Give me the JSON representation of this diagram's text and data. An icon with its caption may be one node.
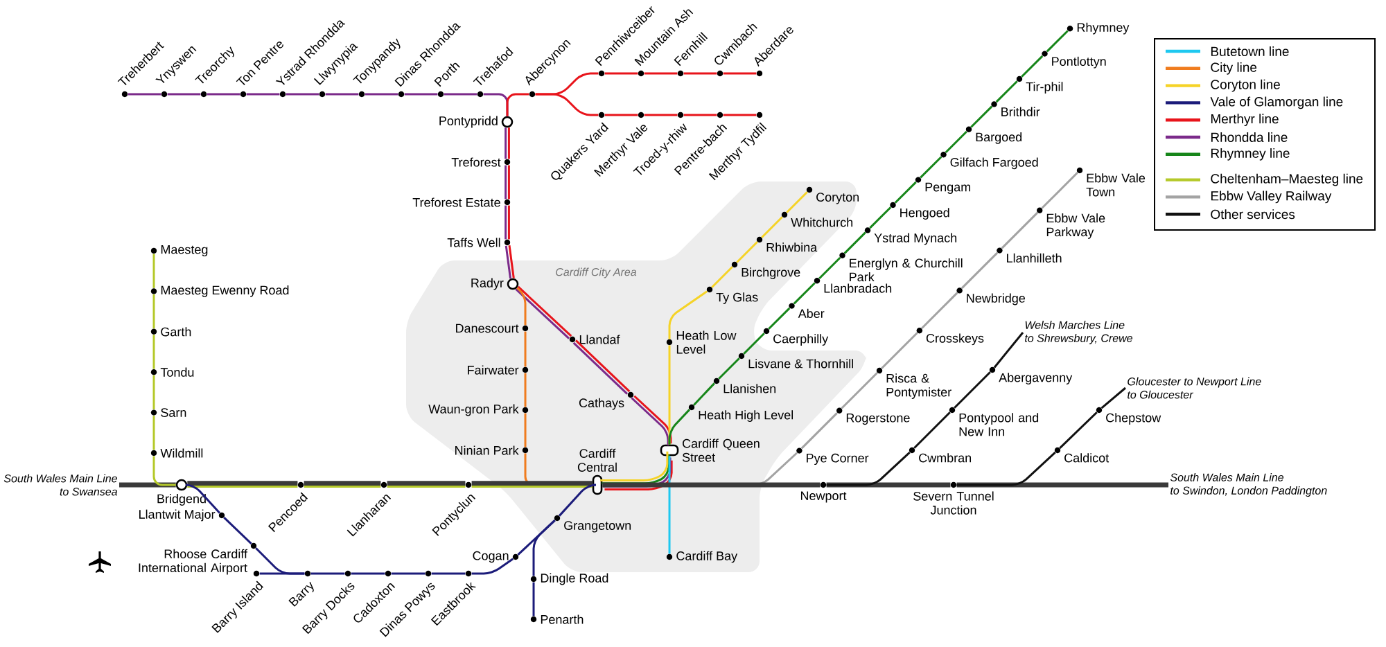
{
  "diagram": {
    "nodes": [
      {
        "text": [
          "Treherbert"
        ]
      },
      {
        "text": [
          "Ynyswen"
        ]
      },
      {
        "text": [
          "Treorchy"
        ]
      },
      {
        "text": [
          "Ton Pentre"
        ]
      },
      {
        "text": [
          "Ystrad Rhondda"
        ]
      },
      {
        "text": [
          "Llwynypia"
        ]
      },
      {
        "text": [
          "Tonypandy"
        ]
      },
      {
        "text": [
          "Dinas Rhondda"
        ]
      },
      {
        "text": [
          "Porth"
        ]
      },
      {
        "text": [
          "Trehafod"
        ]
      },
      {
        "text": [
          "Abercynon"
        ]
      },
      {
        "text": [
          "Penrhiwceiber"
        ]
      },
      {
        "text": [
          "Mountain Ash"
        ]
      },
      {
        "text": [
          "Fernhill"
        ]
      },
      {
        "text": [
          "Cwmbach"
        ]
      },
      {
        "text": [
          "Aberdare"
        ]
      },
      {
        "text": [
          "Quakers Yard"
        ]
      },
      {
        "text": [
          "Merthyr Vale"
        ]
      },
      {
        "text": [
          "Troed-y-rhiw"
        ]
      },
      {
        "text": [
          "Pentre-bach"
        ]
      },
      {
        "text": [
          "Merthyr Tydfil"
        ]
      },
      {
        "text": [
          "Pontypridd"
        ]
      },
      {
        "text": [
          "Treforest"
        ]
      },
      {
        "text": [
          "Treforest Estate"
        ]
      },
      {
        "text": [
          "Taffs Well"
        ]
      },
      {
        "text": [
          "Maesteg"
        ]
      },
      {
        "text": [
          "Maesteg Ewenny Road"
        ]
      },
      {
        "text": [
          "Garth"
        ]
      },
      {
        "text": [
          "Tondu"
        ]
      },
      {
        "text": [
          "Sarn"
        ]
      },
      {
        "text": [
          "Wildmill"
        ]
      },
      {
        "text": [
          "Cardiff City Area"
        ]
      },
      {
        "text": [
          "Radyr"
        ],
        "in": 31
      },
      {
        "text": [
          "Danescourt"
        ],
        "in": 31
      },
      {
        "text": [
          "Llandaf"
        ],
        "in": 31
      },
      {
        "text": [
          "Fairwater"
        ],
        "in": 31
      },
      {
        "text": [
          "Waun-gron Park"
        ],
        "in": 31
      },
      {
        "text": [
          "Cathays"
        ],
        "in": 31
      },
      {
        "text": [
          "Ninian Park"
        ],
        "in": 31
      },
      {
        "text": [
          "Cardiff Central"
        ],
        "in": 31
      },
      {
        "text": [
          "Grangetown"
        ],
        "in": 31
      },
      {
        "text": [
          "Coryton"
        ],
        "in": 31
      },
      {
        "text": [
          "Whitchurch"
        ],
        "in": 31
      },
      {
        "text": [
          "Rhiwbina"
        ],
        "in": 31
      },
      {
        "text": [
          "Birchgrove"
        ],
        "in": 31
      },
      {
        "text": [
          "Ty Glas"
        ],
        "in": 31
      },
      {
        "text": [
          "Heath Low Level"
        ],
        "in": 31
      },
      {
        "text": [
          "Cardiff Queen Street"
        ],
        "in": 31
      },
      {
        "text": [
          "Heath High Level"
        ],
        "in": 31
      },
      {
        "text": [
          "Llanishen"
        ],
        "in": 31
      },
      {
        "text": [
          "Lisvane & Thornhill"
        ],
        "in": 31
      },
      {
        "text": [
          "Cardiff Bay"
        ],
        "in": 31
      },
      {
        "text": [
          "Caerphilly"
        ]
      },
      {
        "text": [
          "Aber"
        ]
      },
      {
        "text": [
          "Llanbradach"
        ]
      },
      {
        "text": [
          "Energlyn & Churchill Park"
        ]
      },
      {
        "text": [
          "Ystrad Mynach"
        ]
      },
      {
        "text": [
          "Hengoed"
        ]
      },
      {
        "text": [
          "Pengam"
        ]
      },
      {
        "text": [
          "Gilfach Fargoed"
        ]
      },
      {
        "text": [
          "Bargoed"
        ]
      },
      {
        "text": [
          "Brithdir"
        ]
      },
      {
        "text": [
          "Tir-phil"
        ]
      },
      {
        "text": [
          "Pontlottyn"
        ]
      },
      {
        "text": [
          "Rhymney"
        ]
      },
      {
        "text": [
          "Ebbw Vale Town"
        ]
      },
      {
        "text": [
          "Ebbw Vale Parkway"
        ]
      },
      {
        "text": [
          "Llanhilleth"
        ]
      },
      {
        "text": [
          "Newbridge"
        ]
      },
      {
        "text": [
          "Crosskeys"
        ]
      },
      {
        "text": [
          "Risca & Pontymister"
        ]
      },
      {
        "text": [
          "Rogerstone"
        ]
      },
      {
        "text": [
          "Pye Corner"
        ]
      },
      {
        "text": [
          "Welsh Marches Line",
          "to Shrewsbury, Crewe"
        ]
      },
      {
        "text": [
          "Abergavenny"
        ]
      },
      {
        "text": [
          "Pontypool and New Inn"
        ]
      },
      {
        "text": [
          "Cwmbran"
        ]
      },
      {
        "text": [
          "Gloucester to Newport Line",
          "to Gloucester"
        ]
      },
      {
        "text": [
          "Chepstow"
        ]
      },
      {
        "text": [
          "Caldicot"
        ]
      },
      {
        "text": [
          "South Wales Main Line",
          "to Swansea"
        ]
      },
      {
        "text": [
          "Bridgend"
        ]
      },
      {
        "text": [
          "Pencoed"
        ]
      },
      {
        "text": [
          "Llanharan"
        ]
      },
      {
        "text": [
          "Pontyclun"
        ]
      },
      {
        "text": [
          "Newport"
        ]
      },
      {
        "text": [
          "Severn Tunnel Junction"
        ]
      },
      {
        "text": [
          "South Wales Main Line",
          "to Swindon, London Paddington"
        ]
      },
      {
        "text": [
          "Llantwit Major"
        ]
      },
      {
        "text": [
          "Rhoose Cardiff International Airport"
        ]
      },
      {
        "text": [
          "Barry Island"
        ]
      },
      {
        "text": [
          "Barry"
        ]
      },
      {
        "text": [
          "Barry Docks"
        ]
      },
      {
        "text": [
          "Cadoxton"
        ]
      },
      {
        "text": [
          "Dinas Powys"
        ]
      },
      {
        "text": [
          "Eastbrook"
        ]
      },
      {
        "text": [
          "Cogan"
        ]
      },
      {
        "text": [
          "Dingle Road"
        ]
      },
      {
        "text": [
          "Penarth"
        ]
      }
    ],
    "edges": [
      {
        "from": 0,
        "to": 1,
        "arrow": "none",
        "color": "#7b2a8a"
      },
      {
        "from": 1,
        "to": 2,
        "arrow": "none",
        "color": "#7b2a8a"
      },
      {
        "from": 2,
        "to": 3,
        "arrow": "none",
        "color": "#7b2a8a"
      },
      {
        "from": 3,
        "to": 4,
        "arrow": "none",
        "color": "#7b2a8a"
      },
      {
        "from": 4,
        "to": 5,
        "arrow": "none",
        "color": "#7b2a8a"
      },
      {
        "from": 5,
        "to": 6,
        "arrow": "none",
        "color": "#7b2a8a"
      },
      {
        "from": 6,
        "to": 7,
        "arrow": "none",
        "color": "#7b2a8a"
      },
      {
        "from": 7,
        "to": 8,
        "arrow": "none",
        "color": "#7b2a8a"
      },
      {
        "from": 8,
        "to": 9,
        "arrow": "none",
        "color": "#7b2a8a"
      },
      {
        "from": 9,
        "to": 21,
        "arrow": "none",
        "color": "#7b2a8a"
      },
      {
        "from": 10,
        "to": 11,
        "arrow": "none",
        "color": "#e8141b"
      },
      {
        "from": 11,
        "to": 12,
        "arrow": "none",
        "color": "#e8141b"
      },
      {
        "from": 12,
        "to": 13,
        "arrow": "none",
        "color": "#e8141b"
      },
      {
        "from": 13,
        "to": 14,
        "arrow": "none",
        "color": "#e8141b"
      },
      {
        "from": 14,
        "to": 15,
        "arrow": "none",
        "color": "#e8141b"
      },
      {
        "from": 10,
        "to": 16,
        "arrow": "none",
        "color": "#e8141b"
      },
      {
        "from": 16,
        "to": 17,
        "arrow": "none",
        "color": "#e8141b"
      },
      {
        "from": 17,
        "to": 18,
        "arrow": "none",
        "color": "#e8141b"
      },
      {
        "from": 18,
        "to": 19,
        "arrow": "none",
        "color": "#e8141b"
      },
      {
        "from": 19,
        "to": 20,
        "arrow": "none",
        "color": "#e8141b"
      },
      {
        "from": 10,
        "to": 21,
        "arrow": "none",
        "color": "#e8141b"
      },
      {
        "from": 21,
        "to": 22,
        "arrow": "none",
        "color": "#e8141b"
      },
      {
        "from": 21,
        "to": 22,
        "arrow": "none",
        "color": "#7b2a8a"
      },
      {
        "from": 22,
        "to": 23,
        "arrow": "none",
        "color": "#e8141b"
      },
      {
        "from": 22,
        "to": 23,
        "arrow": "none",
        "color": "#7b2a8a"
      },
      {
        "from": 23,
        "to": 24,
        "arrow": "none",
        "color": "#e8141b"
      },
      {
        "from": 23,
        "to": 24,
        "arrow": "none",
        "color": "#7b2a8a"
      },
      {
        "from": 24,
        "to": 32,
        "arrow": "none",
        "color": "#e8141b"
      },
      {
        "from": 24,
        "to": 32,
        "arrow": "none",
        "color": "#7b2a8a"
      },
      {
        "from": 32,
        "to": 34,
        "arrow": "none",
        "color": "#e8141b"
      },
      {
        "from": 32,
        "to": 34,
        "arrow": "none",
        "color": "#7b2a8a"
      },
      {
        "from": 34,
        "to": 37,
        "arrow": "none",
        "color": "#e8141b"
      },
      {
        "from": 34,
        "to": 37,
        "arrow": "none",
        "color": "#7b2a8a"
      },
      {
        "from": 37,
        "to": 47,
        "arrow": "none",
        "color": "#e8141b"
      },
      {
        "from": 37,
        "to": 47,
        "arrow": "none",
        "color": "#7b2a8a"
      },
      {
        "from": 47,
        "to": 39,
        "arrow": "none",
        "color": "#e8141b"
      },
      {
        "from": 47,
        "to": 39,
        "arrow": "none",
        "color": "#7b2a8a"
      },
      {
        "from": 47,
        "to": 39,
        "arrow": "none",
        "color": "#17861a"
      },
      {
        "from": 47,
        "to": 39,
        "arrow": "none",
        "color": "#f5d327"
      },
      {
        "from": 32,
        "to": 33,
        "arrow": "none",
        "color": "#f07c1e"
      },
      {
        "from": 33,
        "to": 35,
        "arrow": "none",
        "color": "#f07c1e"
      },
      {
        "from": 35,
        "to": 36,
        "arrow": "none",
        "color": "#f07c1e"
      },
      {
        "from": 36,
        "to": 38,
        "arrow": "none",
        "color": "#f07c1e"
      },
      {
        "from": 38,
        "to": 39,
        "arrow": "none",
        "color": "#f07c1e"
      },
      {
        "from": 41,
        "to": 42,
        "arrow": "none",
        "color": "#f5d327"
      },
      {
        "from": 42,
        "to": 43,
        "arrow": "none",
        "color": "#f5d327"
      },
      {
        "from": 43,
        "to": 44,
        "arrow": "none",
        "color": "#f5d327"
      },
      {
        "from": 44,
        "to": 45,
        "arrow": "none",
        "color": "#f5d327"
      },
      {
        "from": 45,
        "to": 46,
        "arrow": "none",
        "color": "#f5d327"
      },
      {
        "from": 46,
        "to": 47,
        "arrow": "none",
        "color": "#f5d327"
      },
      {
        "from": 47,
        "to": 51,
        "arrow": "none",
        "color": "#1ec8f0"
      },
      {
        "from": 64,
        "to": 63,
        "arrow": "none",
        "color": "#17861a"
      },
      {
        "from": 63,
        "to": 62,
        "arrow": "none",
        "color": "#17861a"
      },
      {
        "from": 62,
        "to": 61,
        "arrow": "none",
        "color": "#17861a"
      },
      {
        "from": 61,
        "to": 60,
        "arrow": "none",
        "color": "#17861a"
      },
      {
        "from": 60,
        "to": 59,
        "arrow": "none",
        "color": "#17861a"
      },
      {
        "from": 59,
        "to": 58,
        "arrow": "none",
        "color": "#17861a"
      },
      {
        "from": 58,
        "to": 57,
        "arrow": "none",
        "color": "#17861a"
      },
      {
        "from": 57,
        "to": 56,
        "arrow": "none",
        "color": "#17861a"
      },
      {
        "from": 56,
        "to": 55,
        "arrow": "none",
        "color": "#17861a"
      },
      {
        "from": 55,
        "to": 54,
        "arrow": "none",
        "color": "#17861a"
      },
      {
        "from": 54,
        "to": 53,
        "arrow": "none",
        "color": "#17861a"
      },
      {
        "from": 53,
        "to": 52,
        "arrow": "none",
        "color": "#17861a"
      },
      {
        "from": 52,
        "to": 50,
        "arrow": "none",
        "color": "#17861a"
      },
      {
        "from": 50,
        "to": 49,
        "arrow": "none",
        "color": "#17861a"
      },
      {
        "from": 49,
        "to": 48,
        "arrow": "none",
        "color": "#17861a"
      },
      {
        "from": 48,
        "to": 47,
        "arrow": "none",
        "color": "#17861a"
      },
      {
        "from": 65,
        "to": 66,
        "arrow": "none",
        "color": "#a3a3a3"
      },
      {
        "from": 66,
        "to": 67,
        "arrow": "none",
        "color": "#a3a3a3"
      },
      {
        "from": 67,
        "to": 68,
        "arrow": "none",
        "color": "#a3a3a3"
      },
      {
        "from": 68,
        "to": 69,
        "arrow": "none",
        "color": "#a3a3a3"
      },
      {
        "from": 69,
        "to": 70,
        "arrow": "none",
        "color": "#a3a3a3"
      },
      {
        "from": 70,
        "to": 71,
        "arrow": "none",
        "color": "#a3a3a3"
      },
      {
        "from": 71,
        "to": 72,
        "arrow": "none",
        "color": "#a3a3a3"
      },
      {
        "from": 72,
        "to": 39,
        "arrow": "none",
        "color": "#a3a3a3"
      },
      {
        "from": 80,
        "to": 81,
        "arrow": "none",
        "style": "thick",
        "color": "#3a3a3a"
      },
      {
        "from": 81,
        "to": 82,
        "arrow": "none",
        "style": "thick",
        "color": "#3a3a3a"
      },
      {
        "from": 82,
        "to": 83,
        "arrow": "none",
        "style": "thick",
        "color": "#3a3a3a"
      },
      {
        "from": 83,
        "to": 84,
        "arrow": "none",
        "style": "thick",
        "color": "#3a3a3a"
      },
      {
        "from": 84,
        "to": 39,
        "arrow": "none",
        "style": "thick",
        "color": "#3a3a3a"
      },
      {
        "from": 39,
        "to": 85,
        "arrow": "none",
        "style": "thick",
        "color": "#3a3a3a"
      },
      {
        "from": 85,
        "to": 86,
        "arrow": "none",
        "style": "thick",
        "color": "#3a3a3a"
      },
      {
        "from": 86,
        "to": 87,
        "arrow": "none",
        "style": "thick",
        "color": "#3a3a3a"
      },
      {
        "from": 25,
        "to": 26,
        "arrow": "none",
        "color": "#b5c92a"
      },
      {
        "from": 26,
        "to": 27,
        "arrow": "none",
        "color": "#b5c92a"
      },
      {
        "from": 27,
        "to": 28,
        "arrow": "none",
        "color": "#b5c92a"
      },
      {
        "from": 28,
        "to": 29,
        "arrow": "none",
        "color": "#b5c92a"
      },
      {
        "from": 29,
        "to": 30,
        "arrow": "none",
        "color": "#b5c92a"
      },
      {
        "from": 30,
        "to": 81,
        "arrow": "none",
        "color": "#b5c92a"
      },
      {
        "from": 81,
        "to": 82,
        "arrow": "none",
        "color": "#b5c92a"
      },
      {
        "from": 82,
        "to": 83,
        "arrow": "none",
        "color": "#b5c92a"
      },
      {
        "from": 83,
        "to": 84,
        "arrow": "none",
        "color": "#b5c92a"
      },
      {
        "from": 84,
        "to": 39,
        "arrow": "none",
        "color": "#b5c92a"
      },
      {
        "from": 73,
        "to": 74,
        "arrow": "none",
        "color": "#111111"
      },
      {
        "from": 74,
        "to": 75,
        "arrow": "none",
        "color": "#111111"
      },
      {
        "from": 75,
        "to": 76,
        "arrow": "none",
        "color": "#111111"
      },
      {
        "from": 76,
        "to": 85,
        "arrow": "none",
        "color": "#111111"
      },
      {
        "from": 77,
        "to": 78,
        "arrow": "none",
        "color": "#111111"
      },
      {
        "from": 78,
        "to": 79,
        "arrow": "none",
        "color": "#111111"
      },
      {
        "from": 79,
        "to": 86,
        "arrow": "none",
        "color": "#111111"
      },
      {
        "from": 81,
        "to": 88,
        "arrow": "none",
        "color": "#1c1c7a"
      },
      {
        "from": 88,
        "to": 89,
        "arrow": "none",
        "color": "#1c1c7a"
      },
      {
        "from": 89,
        "to": 91,
        "arrow": "none",
        "color": "#1c1c7a"
      },
      {
        "from": 90,
        "to": 91,
        "arrow": "none",
        "color": "#1c1c7a"
      },
      {
        "from": 91,
        "to": 92,
        "arrow": "none",
        "color": "#1c1c7a"
      },
      {
        "from": 92,
        "to": 93,
        "arrow": "none",
        "color": "#1c1c7a"
      },
      {
        "from": 93,
        "to": 94,
        "arrow": "none",
        "color": "#1c1c7a"
      },
      {
        "from": 94,
        "to": 95,
        "arrow": "none",
        "color": "#1c1c7a"
      },
      {
        "from": 95,
        "to": 96,
        "arrow": "none",
        "color": "#1c1c7a"
      },
      {
        "from": 96,
        "to": 40,
        "arrow": "none",
        "color": "#1c1c7a"
      },
      {
        "from": 40,
        "to": 39,
        "arrow": "none",
        "color": "#1c1c7a"
      },
      {
        "from": 40,
        "to": 97,
        "arrow": "none",
        "color": "#1c1c7a"
      },
      {
        "from": 97,
        "to": 98,
        "arrow": "none",
        "color": "#1c1c7a"
      }
    ],
    "legend": [
      {
        "text": "Butetown line",
        "color": "#1ec8f0"
      },
      {
        "text": "City line",
        "color": "#f07c1e"
      },
      {
        "text": "Coryton line",
        "color": "#f5d327"
      },
      {
        "text": "Vale of Glamorgan line",
        "color": "#1c1c7a"
      },
      {
        "text": "Merthyr line",
        "color": "#e8141b"
      },
      {
        "text": "Rhondda line",
        "color": "#7b2a8a"
      },
      {
        "text": "Rhymney line",
        "color": "#17861a"
      },
      {
        "text": "Cheltenham–Maesteg line",
        "color": "#b5c92a"
      },
      {
        "text": "Ebbw Valley Railway",
        "color": "#a3a3a3"
      },
      {
        "text": "Other services",
        "color": "#111111"
      }
    ]
  }
}
